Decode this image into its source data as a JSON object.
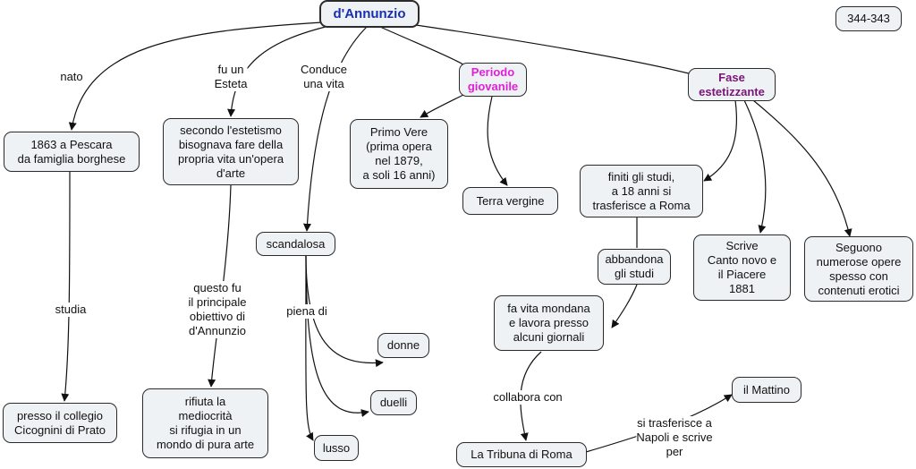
{
  "nodes": {
    "root": "d'Annunzio",
    "page_ref": "344-343",
    "pescara": "1863 a Pescara\nda famiglia borghese",
    "collegio": "presso il collegio\nCicognini di Prato",
    "estetismo": "secondo l'estetismo\nbisognava fare della\npropria vita un'opera\nd'arte",
    "rifiuta": "rifiuta la\nmediocrità\nsi rifugia in un\nmondo di pura arte",
    "scandalosa": "scandalosa",
    "donne": "donne",
    "duelli": "duelli",
    "lusso": "lusso",
    "periodo": "Periodo\ngiovanile",
    "primo_vere": "Primo Vere\n(prima opera\nnel 1879,\na soli 16 anni)",
    "terra": "Terra vergine",
    "fase": "Fase\nestetizzante",
    "finiti": "finiti gli studi,\na 18 anni si\ntrasferisce a Roma",
    "abbandona": "abbandona\ngli studi",
    "mondana": "fa vita mondana\ne lavora presso\nalcuni giornali",
    "tribuna": "La Tribuna di Roma",
    "mattino": "il Mattino",
    "scrive": "Scrive\nCanto novo e\nil Piacere\n1881",
    "seguono": "Seguono\nnumerose opere\nspesso con\ncontenuti erotici"
  },
  "labels": {
    "nato": "nato",
    "esteta": "fu un\nEsteta",
    "conduce": "Conduce\nuna vita",
    "studia": "studia",
    "obiettivo": "questo fu\nil principale\nobiettivo di\nd'Annunzio",
    "piena": "piena di",
    "collabora": "collabora con",
    "napoli": "si trasferisce a\nNapoli e scrive\nper"
  },
  "colors": {
    "node_fill": "#eef2f4",
    "root_text": "#1a2fb0",
    "periodo_text": "#e020d8",
    "fase_text": "#7a1478"
  }
}
